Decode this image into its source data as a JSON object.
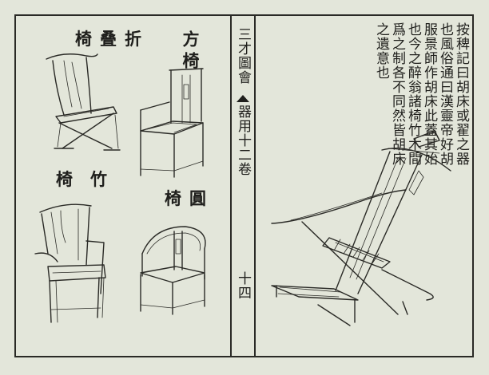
{
  "labels": {
    "folding_chair": "折叠椅",
    "square_chair": "方椅",
    "bamboo_chair": "竹椅",
    "round_chair": "圓椅"
  },
  "spine": {
    "book_title": "三才圖會",
    "section": "器用十二卷",
    "page_number": "十四"
  },
  "text_columns": [
    "按稗記曰胡床或翟之器",
    "也風俗通曰漢靈帝好胡",
    "服景師作胡床此蓋其始",
    "也今之醉翁諸椅竹木間",
    "爲之制各不同然皆胡床",
    "之遺意也"
  ]
}
